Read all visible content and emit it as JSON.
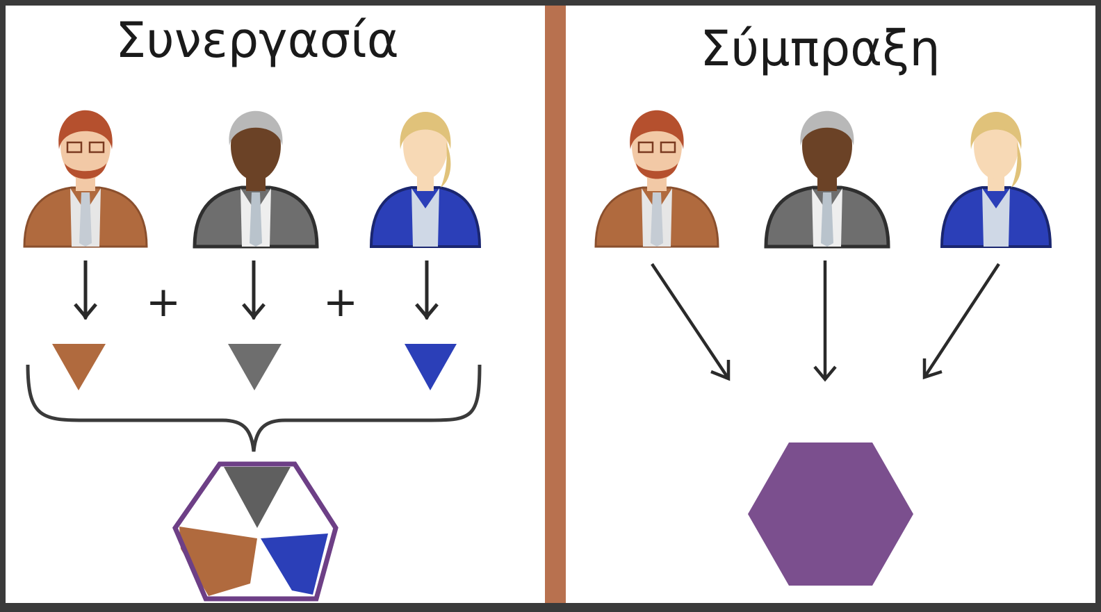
{
  "left_panel": {
    "title": "Συνεργασία",
    "operator_1": "+",
    "operator_2": "+"
  },
  "right_panel": {
    "title": "Σύμπραξη"
  },
  "people": [
    {
      "name": "person-red-hair-glasses",
      "suit_color": "#b06a3e",
      "hair_color": "#b5502e",
      "skin_color": "#f2c9a6"
    },
    {
      "name": "person-grey-hair-dark-skin",
      "suit_color": "#6e6e6e",
      "hair_color": "#b8b8b8",
      "skin_color": "#6b4226"
    },
    {
      "name": "person-blonde-woman",
      "suit_color": "#2b3fb8",
      "hair_color": "#e0c27a",
      "skin_color": "#f7d9b5"
    }
  ],
  "colors": {
    "divider": "#b8714f",
    "hexagon": "#7b4f8e",
    "hexagon_outline": "#6d3f86",
    "arrow": "#2a2a2a",
    "panel_bg": "#ffffff"
  }
}
